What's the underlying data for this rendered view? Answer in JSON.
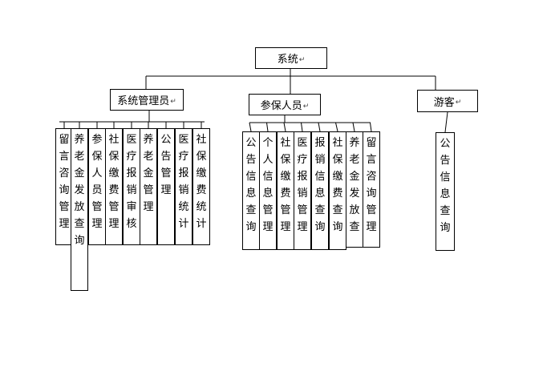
{
  "root": {
    "label": "系统",
    "mark": "↵"
  },
  "roles": [
    {
      "label": "系统管理员",
      "mark": "↵"
    },
    {
      "label": "参保人员",
      "mark": "↵"
    },
    {
      "label": "游客",
      "mark": "↵"
    }
  ],
  "admin_modules": [
    "留言咨询管理",
    "养老金发放查询",
    "参保人员管理",
    "社保缴费管理",
    "医疗报销审核",
    "养老金管理",
    "公告管理",
    "医疗报销统计",
    "社保缴费统计"
  ],
  "insured_modules": [
    "公告信息查询",
    "个人信息管理",
    "社保缴费管理",
    "医疗报销管理",
    "报销信息查询",
    "社保缴费查询",
    "养老金发放查",
    "留言咨询管理"
  ],
  "visitor_modules": [
    "公告信息查询"
  ]
}
